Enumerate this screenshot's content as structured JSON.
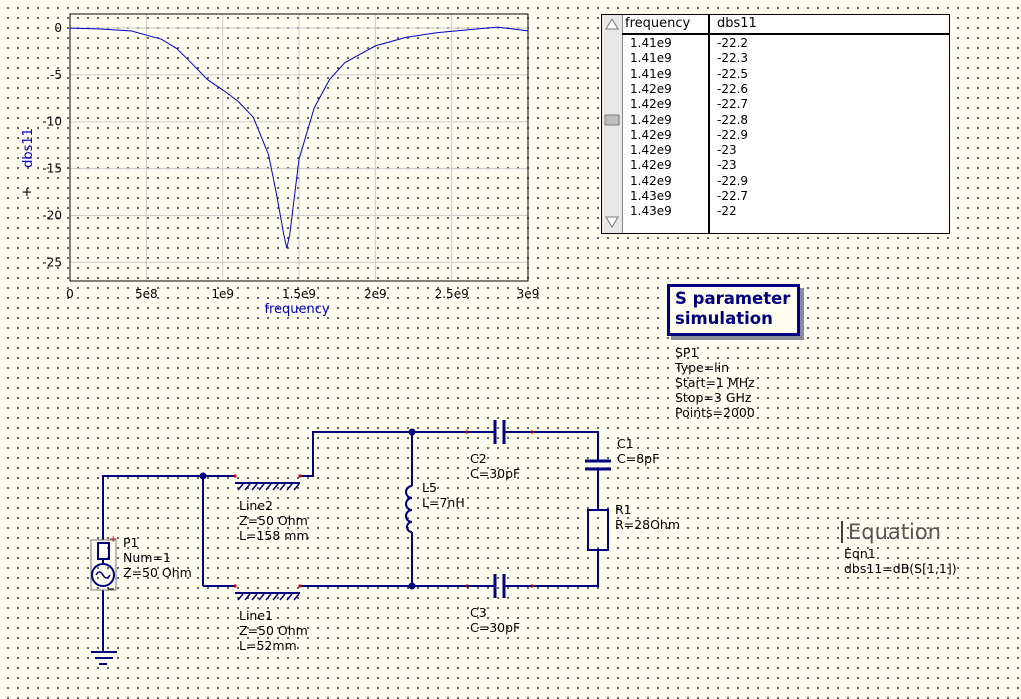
{
  "chart_data": {
    "type": "line",
    "xlabel": "frequency",
    "ylabel": "dbs11",
    "x_ticks": [
      "0",
      "5e8",
      "1e9",
      "1.5e9",
      "2e9",
      "2.5e9",
      "3e9"
    ],
    "y_ticks": [
      "0",
      "-5",
      "-10",
      "-15",
      "-20",
      "-25"
    ],
    "xlim": [
      0,
      3000000000
    ],
    "ylim": [
      -27,
      1.5
    ],
    "grid": true,
    "series": [
      {
        "name": "dbs11",
        "x": [
          0,
          200000000,
          400000000,
          600000000,
          700000000,
          800000000,
          900000000,
          1000000000,
          1100000000,
          1200000000,
          1300000000,
          1350000000,
          1400000000,
          1420000000,
          1440000000,
          1470000000,
          1500000000,
          1600000000,
          1700000000,
          1800000000,
          2000000000,
          2200000000,
          2400000000,
          2600000000,
          2800000000,
          3000000000
        ],
        "y": [
          0,
          -0.1,
          -0.3,
          -1.2,
          -2.2,
          -3.8,
          -5.5,
          -6.6,
          -7.8,
          -9.5,
          -13.5,
          -17.5,
          -22,
          -23.5,
          -22,
          -18,
          -14,
          -8.5,
          -5.5,
          -3.7,
          -1.9,
          -1,
          -0.5,
          -0.2,
          0.1,
          -0.3
        ]
      }
    ],
    "marker_text": "+"
  },
  "table": {
    "headers": [
      "frequency",
      "dbs11"
    ],
    "rows": [
      [
        "1.41e9",
        "-22.2"
      ],
      [
        "1.41e9",
        "-22.3"
      ],
      [
        "1.41e9",
        "-22.5"
      ],
      [
        "1.42e9",
        "-22.6"
      ],
      [
        "1.42e9",
        "-22.7"
      ],
      [
        "1.42e9",
        "-22.8"
      ],
      [
        "1.42e9",
        "-22.9"
      ],
      [
        "1.42e9",
        "-23"
      ],
      [
        "1.42e9",
        "-23"
      ],
      [
        "1.42e9",
        "-22.9"
      ],
      [
        "1.43e9",
        "-22.7"
      ],
      [
        "1.43e9",
        "-22"
      ]
    ]
  },
  "simulation": {
    "title_line1": "S parameter",
    "title_line2": "simulation",
    "props": [
      "SP1",
      "Type=lin",
      "Start=1 MHz",
      "Stop=3 GHz",
      "Points=2000"
    ]
  },
  "equation": {
    "title": "Equation",
    "props": [
      "Eqn1",
      "dbs11=dB(S[1,1])"
    ]
  },
  "components": {
    "P1": [
      "P1",
      "Num=1",
      "Z=50 Ohm"
    ],
    "Line2": [
      "Line2",
      "Z=50 Ohm",
      "L=158 mm"
    ],
    "Line1": [
      "Line1",
      "Z=50 Ohm",
      "L=52mm"
    ],
    "L5": [
      "L5",
      "L=7nH"
    ],
    "C2": [
      "C2",
      "C=30pF"
    ],
    "C3": [
      "C3",
      "C=30pF"
    ],
    "C1": [
      "C1",
      "C=8pF"
    ],
    "R1": [
      "R1",
      "R=28Ohm"
    ]
  },
  "colors": {
    "wire": "#000080",
    "curve": "#0000cc",
    "background": "#fffef0"
  }
}
